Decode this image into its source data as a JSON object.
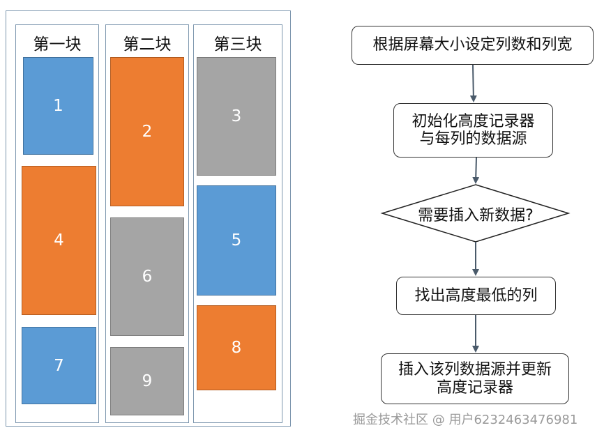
{
  "columns": [
    {
      "title": "第一块",
      "blocks": [
        "1",
        "4",
        "7"
      ]
    },
    {
      "title": "第二块",
      "blocks": [
        "2",
        "6",
        "9"
      ]
    },
    {
      "title": "第三块",
      "blocks": [
        "3",
        "5",
        "8"
      ]
    }
  ],
  "flowchart": {
    "step1": "根据屏幕大小设定列数和列宽",
    "step2_line1": "初始化高度记录器",
    "step2_line2": "与每列的数据源",
    "decision": "需要插入新数据?",
    "step3": "找出高度最低的列",
    "step4_line1": "插入该列数据源并更新",
    "step4_line2": "高度记录器"
  },
  "watermark": "掘金技术社区 @ 用户6232463476981",
  "colors": {
    "blue": "#5b9bd5",
    "orange": "#ed7d31",
    "gray": "#a5a5a5"
  }
}
